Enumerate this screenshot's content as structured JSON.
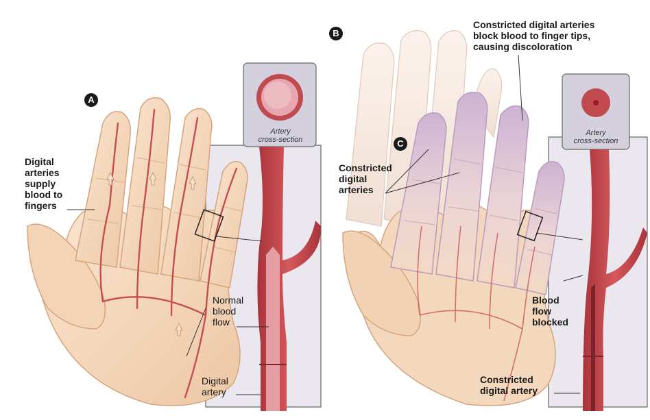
{
  "badges": {
    "a": "A",
    "b": "B",
    "c": "C"
  },
  "labels": {
    "digital_arteries_supply": "Digital\narteries\nsupply\nblood to\nfingers",
    "artery_cross_section": "Artery\ncross-section",
    "normal_blood_flow": "Normal\nblood\nflow",
    "digital_artery": "Digital\nartery",
    "constricted_block": "Constricted digital arteries\nblock blood to finger tips,\ncausing discoloration",
    "constricted_digital_arteries": "Constricted\ndigital\narteries",
    "blood_flow_blocked": "Blood\nflow\nblocked",
    "constricted_digital_artery": "Constricted\ndigital artery"
  },
  "colors": {
    "skin": "#f6dcc2",
    "skin_shadow": "#e9bf9a",
    "artery": "#c64d52",
    "artery_dark": "#9e2f36",
    "artery_light": "#ee9ea0",
    "panel_bg": "#ece7ef",
    "inset_bg": "#d3cfdc",
    "discolored": "#dcc6dc"
  }
}
